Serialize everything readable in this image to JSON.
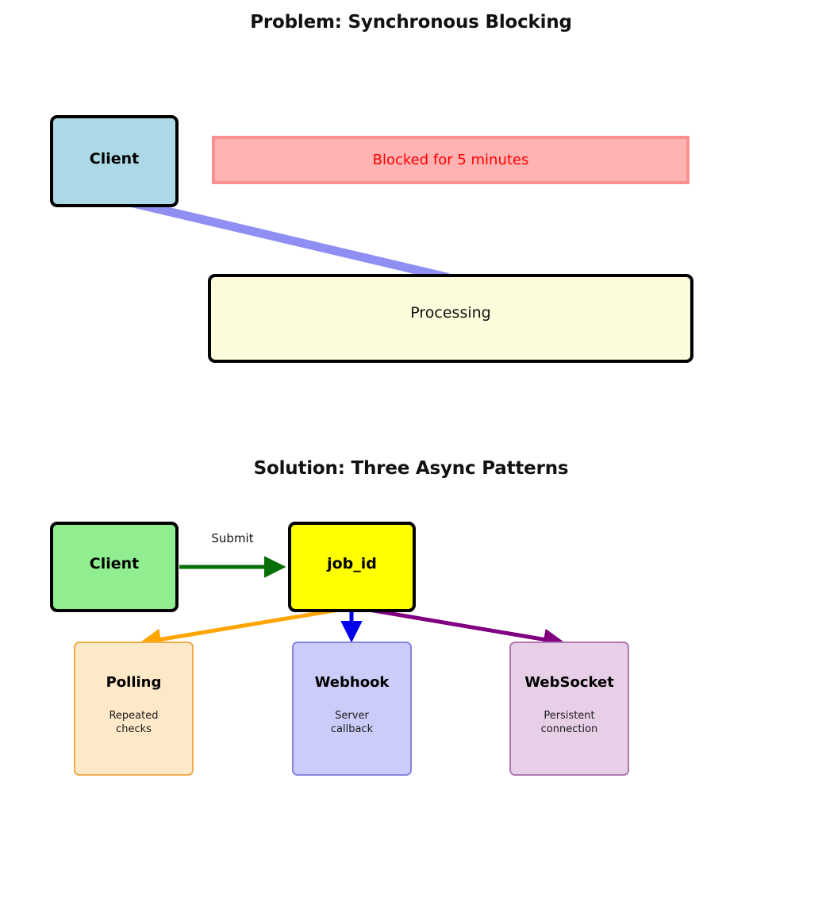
{
  "sections": {
    "problem": {
      "title": "Problem: Synchronous Blocking",
      "nodes": {
        "client": {
          "label": "Client"
        },
        "blocked": {
          "label": "Blocked for 5 minutes"
        },
        "processing": {
          "label": "Processing"
        }
      },
      "edges": [
        {
          "name": "client-to-processing",
          "label": "",
          "color": "#7070f0",
          "arrowhead": false
        }
      ]
    },
    "solution": {
      "title": "Solution: Three Async Patterns",
      "nodes": {
        "client": {
          "label": "Client"
        },
        "jobid": {
          "label": "job_id"
        },
        "polling": {
          "label": "Polling",
          "sub_line1": "Repeated",
          "sub_line2": "checks"
        },
        "webhook": {
          "label": "Webhook",
          "sub_line1": "Server",
          "sub_line2": "callback"
        },
        "websocket": {
          "label": "WebSocket",
          "sub_line1": "Persistent",
          "sub_line2": "connection"
        }
      },
      "edges": [
        {
          "name": "client-to-jobid",
          "label": "Submit",
          "color": "#067006",
          "arrowhead": true
        },
        {
          "name": "jobid-to-polling",
          "label": "",
          "color": "#ffa500",
          "arrowhead": true
        },
        {
          "name": "jobid-to-webhook",
          "label": "",
          "color": "#0000ee",
          "arrowhead": true
        },
        {
          "name": "jobid-to-websocket",
          "label": "",
          "color": "#800080",
          "arrowhead": true
        }
      ]
    }
  },
  "colors": {
    "client_sync_fill": "#add8e6",
    "blocked_fill": "#ffb3b3",
    "blocked_border": "#fa9191",
    "blocked_text": "#ff0000",
    "processing_fill": "#fcfbdc",
    "client_async_fill": "#90ee90",
    "jobid_fill": "#ffff00",
    "polling_fill": "#fde8c8",
    "polling_border": "#f0ad4e",
    "webhook_fill": "#ccccfa",
    "webhook_border": "#8585e0",
    "websocket_fill": "#e8cfe8",
    "websocket_border": "#b07ab0",
    "edge_blue_thick": "#7070f0",
    "edge_green": "#067006",
    "edge_orange": "#ffa500",
    "edge_blue": "#0000ee",
    "edge_purple": "#800080"
  }
}
